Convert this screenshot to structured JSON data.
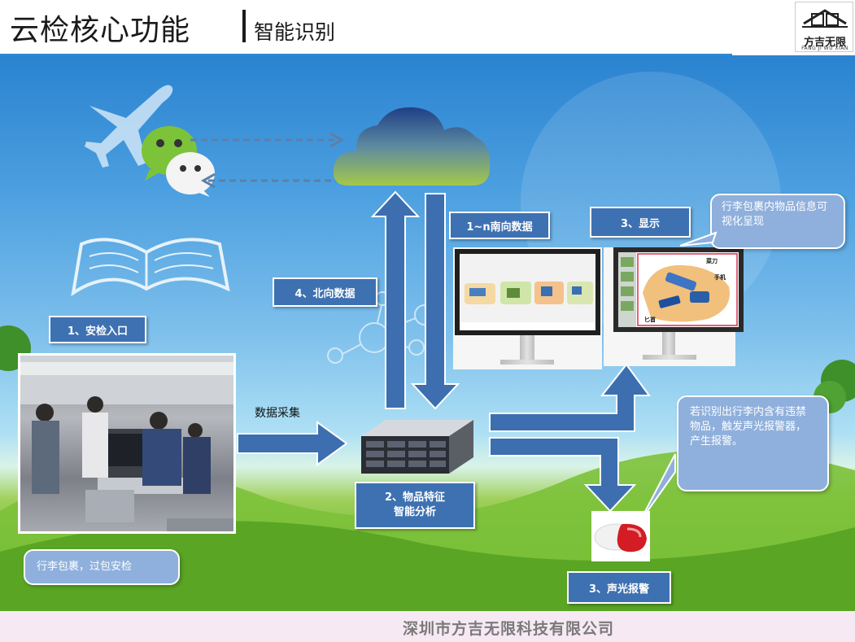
{
  "header": {
    "title": "云检核心功能",
    "subtitle": "智能识别",
    "logo_name": "方吉无限",
    "logo_sub": "FANG JI WU XIAN"
  },
  "labels": {
    "entry": "1、安检入口",
    "analysis_line1": "2、物品特征",
    "analysis_line2": "智能分析",
    "display": "3、显示",
    "alarm": "3、声光报警",
    "north": "4、北向数据",
    "south": "1~n南向数据"
  },
  "notes": {
    "baggage": "行李包裹，过包安检",
    "visual": "行李包裹内物品信息可视化呈现",
    "trigger": "若识别出行李内含有违禁物品，触发声光报警器，产生报警。"
  },
  "texts": {
    "data_collection": "数据采集"
  },
  "xray_tags": {
    "knife": "菜刀",
    "phone": "手机",
    "dagger": "匕首"
  },
  "footer": {
    "company": "深圳市方吉无限科技有限公司"
  },
  "colors": {
    "label_bg": "#3e71b2",
    "arrow": "#3d6fb0",
    "header_line": "#2f8bd6"
  }
}
